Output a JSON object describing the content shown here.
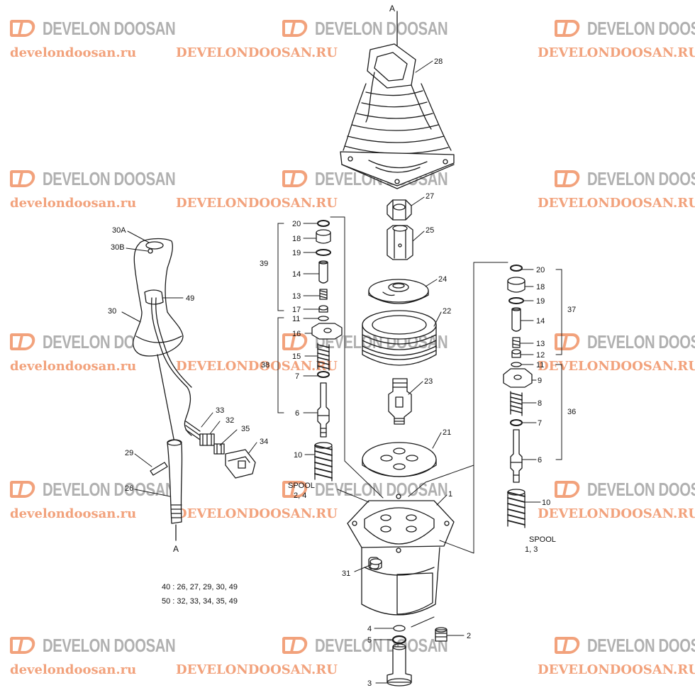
{
  "watermark": {
    "brand_text": "DEVELON DOOSAN",
    "url_lower": "develondoosan.ru",
    "url_upper": "DEVELONDOOSAN.RU",
    "color_logo": "#f2a27c",
    "color_text": "#b0b0b0"
  },
  "labels": {
    "view_top": "A",
    "view_bottom": "A",
    "spool_left_title": "SPOOL",
    "spool_left_nums": "2, 4",
    "spool_right_title": "SPOOL",
    "spool_right_nums": "1, 3",
    "kit_40": "40 : 26, 27, 29, 30, 49",
    "kit_50": "50 : 32, 33, 34, 35, 49"
  },
  "part_numbers": {
    "p1": "1",
    "p2": "2",
    "p3": "3",
    "p4": "4",
    "p5": "5",
    "p21": "21",
    "p22": "22",
    "p23": "23",
    "p24": "24",
    "p25": "25",
    "p27": "27",
    "p28": "28",
    "p31": "31",
    "p26": "26",
    "p29": "29",
    "p30": "30",
    "p30a": "30A",
    "p30b": "30B",
    "p49": "49",
    "p32": "32",
    "p33": "33",
    "p34": "34",
    "p35": "35",
    "l20": "20",
    "l18": "18",
    "l19": "19",
    "l14": "14",
    "l13": "13",
    "l17": "17",
    "l11": "11",
    "l16": "16",
    "l15": "15",
    "l7": "7",
    "l6": "6",
    "l10": "10",
    "l39": "39",
    "l38": "38",
    "r20": "20",
    "r18": "18",
    "r19": "19",
    "r14": "14",
    "r13": "13",
    "r12": "12",
    "r11": "11",
    "r9": "9",
    "r8": "8",
    "r7": "7",
    "r6": "6",
    "r10": "10",
    "r37": "37",
    "r36": "36"
  },
  "icons": [
    "develon-doosan-logo-icon"
  ]
}
